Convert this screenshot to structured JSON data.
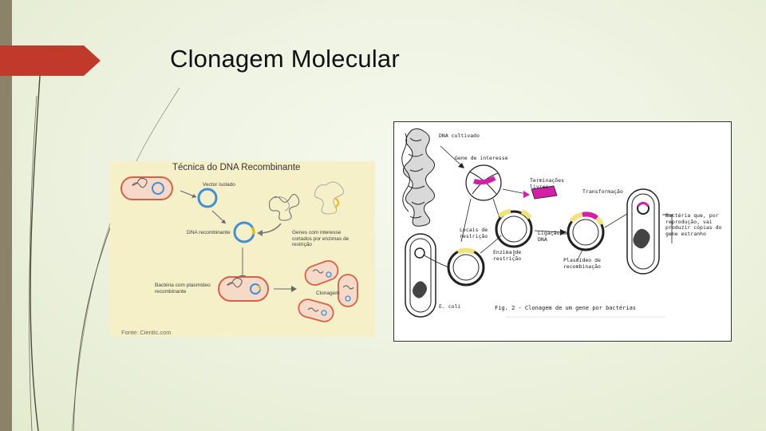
{
  "slide": {
    "title": "Clonagem Molecular"
  },
  "left_diagram": {
    "title": "Técnica do DNA Recombinante",
    "vetor": "Vector isolado",
    "genes": "Genes com interesse cortados por enzimas de restrição",
    "dna_recomb": "DNA recombinante",
    "bacteria": "Bactéria com plasmídeo recombinante",
    "clonagem": "Clonagem",
    "fonte": "Fonte: Cientic.com"
  },
  "right_diagram": {
    "dna_cultivado": "DNA cultivado",
    "gene_interesse": "Gene de interesse",
    "terminacoes": "Terminações livres",
    "transformacao": "Transformação",
    "bacteria_desc": "Bactéria que, por reprodução, vai produzir cópias do gene estranho",
    "locais": "Locais de restrição",
    "ligacao": "Ligação de DNA",
    "enzima": "Enzima de restrição",
    "plasmideo": "Plasmídeo de recombinação",
    "ecoli": "E. coli",
    "caption": "Fig. 2 - Clonagem de um gene por bactérias"
  },
  "colors": {
    "accent_arrow": "#c0392b",
    "side_bar": "#8b826a",
    "magenta": "#d21ea8",
    "yellow": "#f2e27a",
    "blue_ring": "#3d8fd6"
  }
}
